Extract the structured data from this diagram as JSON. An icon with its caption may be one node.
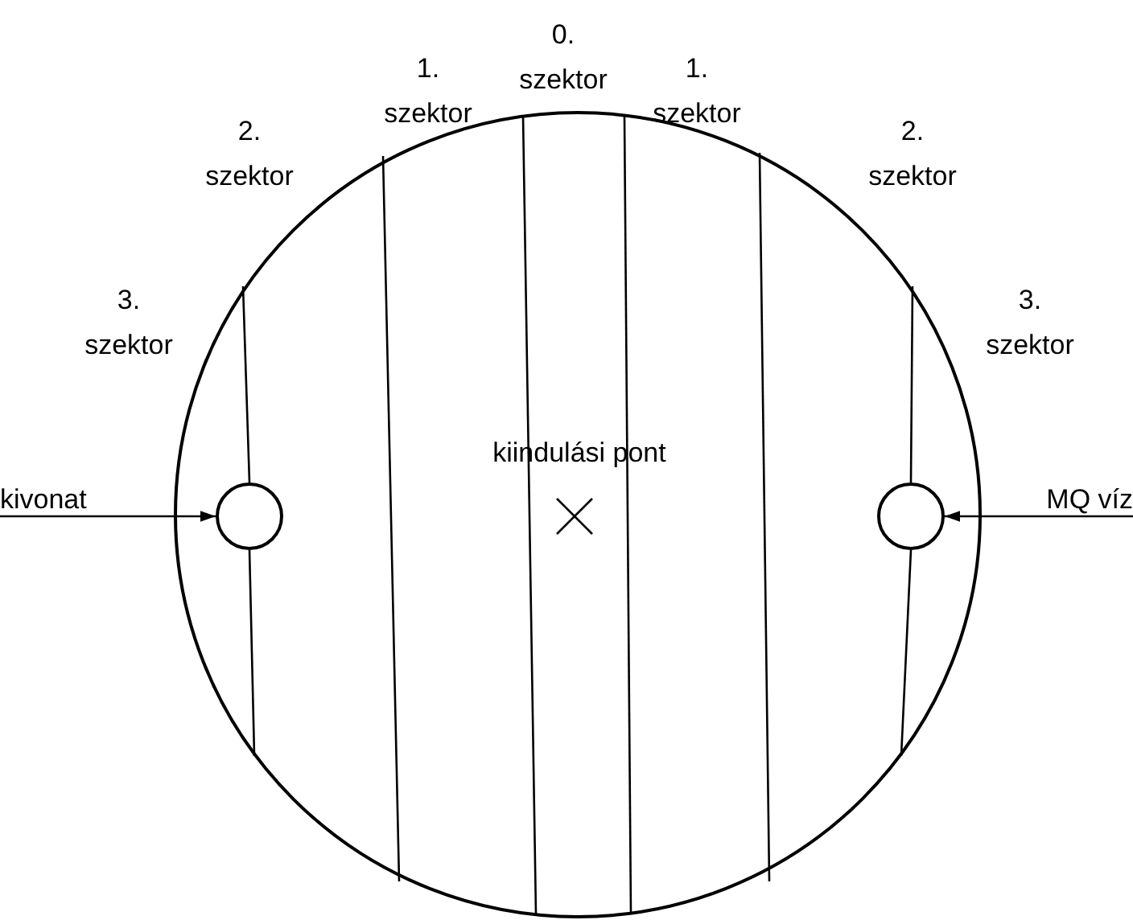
{
  "diagram": {
    "nodes": [
      {
        "text": [],
        "shape": "circle"
      },
      {
        "text": [
          "kivonat"
        ]
      },
      {
        "text": [],
        "shape": "circle",
        "in": 0
      },
      {
        "text": [],
        "shape": "circle",
        "in": 0
      },
      {
        "text": [
          "MQ víz"
        ]
      }
    ],
    "edges": [
      {
        "from": 1,
        "to": 2,
        "arrow": "to"
      },
      {
        "from": 4,
        "to": 3,
        "arrow": "to"
      }
    ],
    "labels": [
      "3. szektor",
      "2. szektor",
      "1. szektor",
      "0. szektor",
      "1. szektor",
      "2. szektor",
      "3. szektor",
      "kiindulási pont"
    ]
  }
}
